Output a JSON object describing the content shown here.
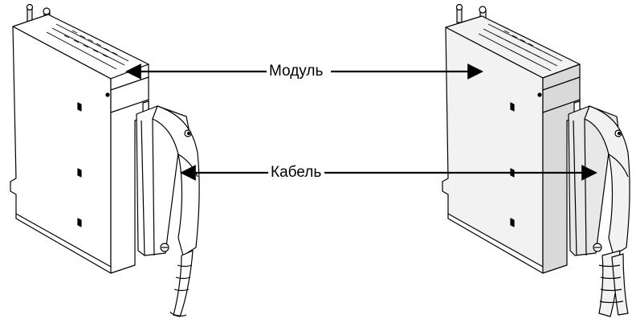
{
  "labels": {
    "module": "Модуль",
    "cable": "Кабель"
  },
  "colors": {
    "ink": "#000000",
    "paper": "#ffffff",
    "module_shade_dark": "#d9d9d9",
    "module_shade_light": "#f2f2f2",
    "pin_fill": "#e8e8e8"
  },
  "illustrations": [
    {
      "id": "module-left",
      "kind": "module-with-cable"
    },
    {
      "id": "module-right",
      "kind": "module-with-cable"
    }
  ]
}
